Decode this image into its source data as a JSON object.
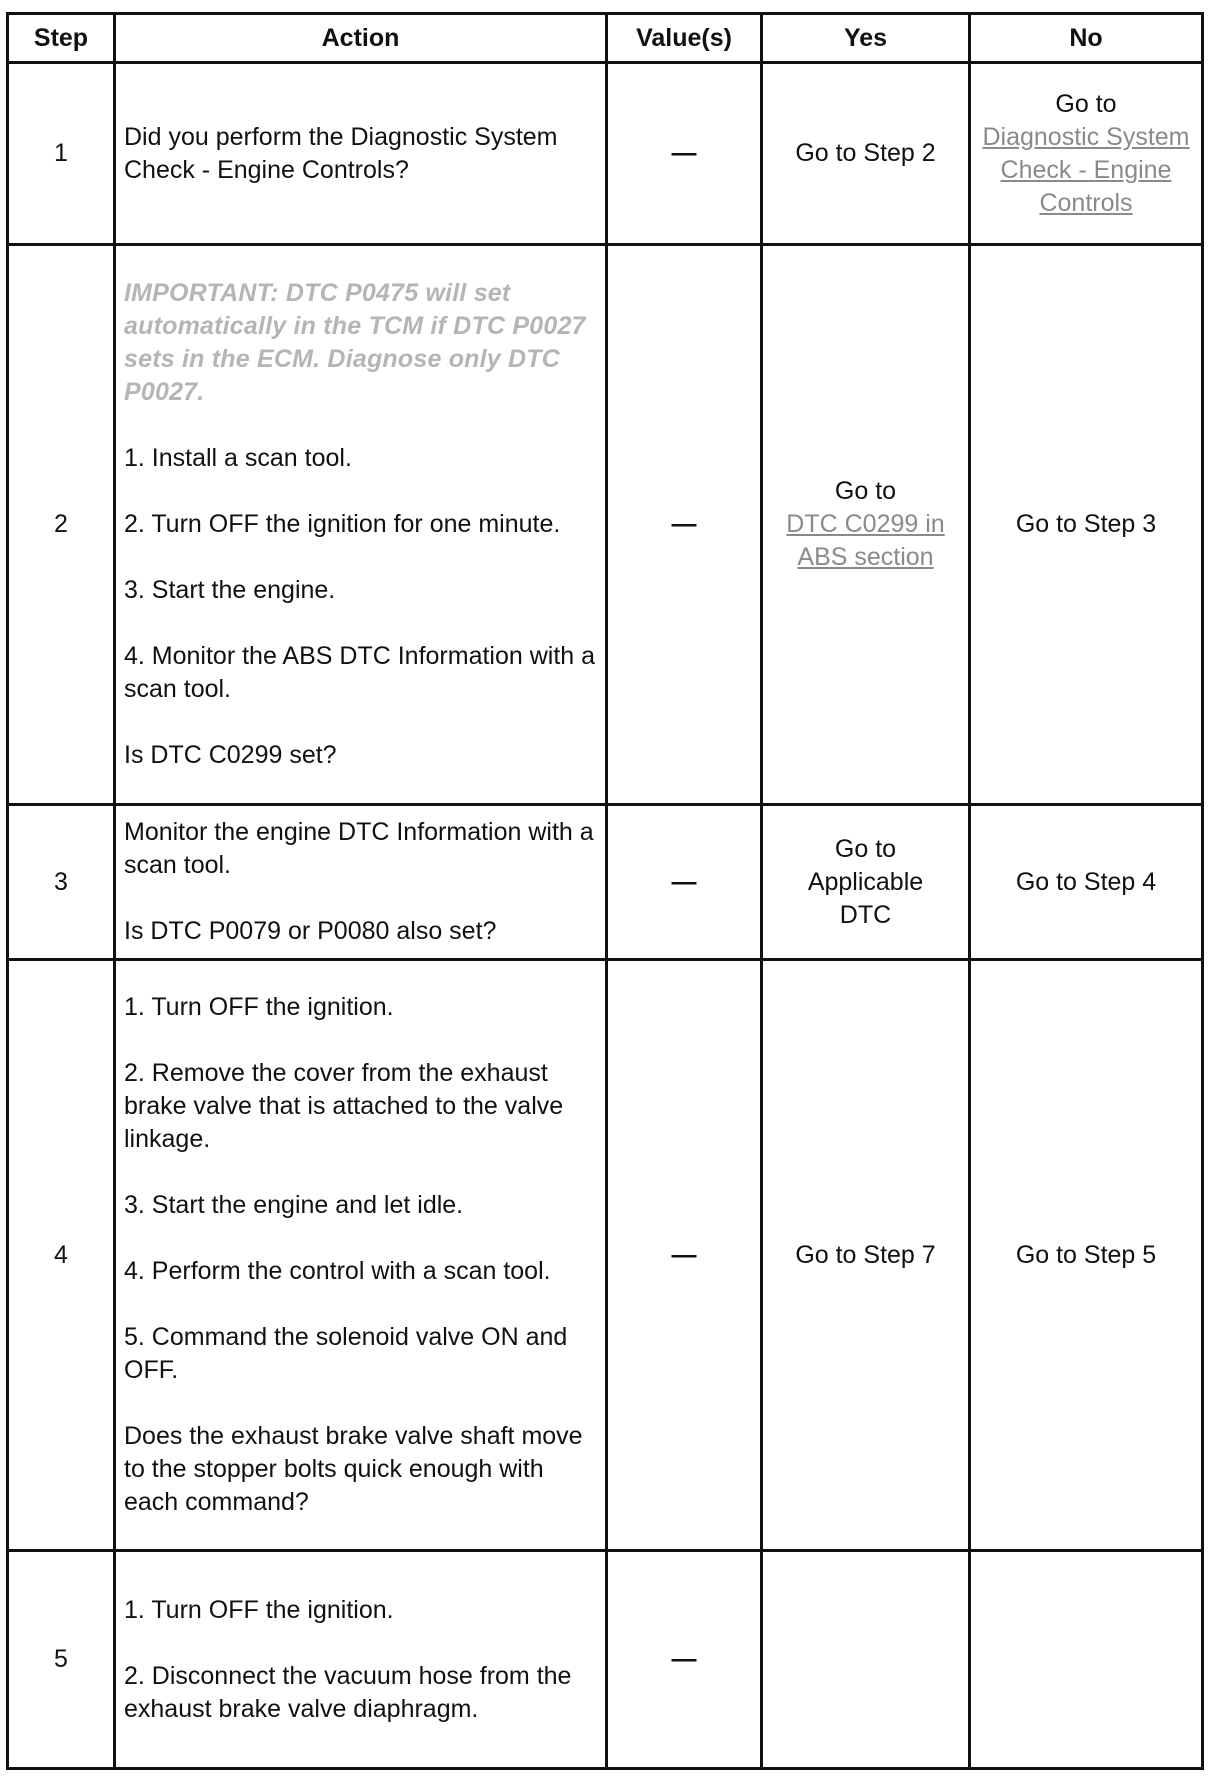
{
  "table": {
    "headers": {
      "step": "Step",
      "action": "Action",
      "values": "Value(s)",
      "yes": "Yes",
      "no": "No"
    },
    "rows": [
      {
        "step": "1",
        "action": [
          "Did you perform the Diagnostic System Check - Engine Controls?"
        ],
        "value": "—",
        "yes_prefix": "",
        "yes": "Go to Step 2",
        "no_prefix": "Go to",
        "no": "Diagnostic System Check - Engine Controls"
      },
      {
        "step": "2",
        "important": "IMPORTANT: DTC P0475 will set automatically in the TCM if DTC P0027 sets in the ECM. Diagnose only DTC P0027.",
        "action": [
          "1. Install a scan tool.",
          "2. Turn OFF the ignition for one minute.",
          "3. Start the engine.",
          "4. Monitor the ABS DTC Information with a scan tool.",
          "Is DTC C0299 set?"
        ],
        "value": "—",
        "yes_prefix": "Go to",
        "yes": "DTC C0299 in ABS section",
        "no_prefix": "",
        "no": "Go to Step 3"
      },
      {
        "step": "3",
        "action": [
          "Monitor the engine DTC Information with a scan tool.",
          "Is DTC P0079 or P0080 also set?"
        ],
        "value": "—",
        "yes_prefix": "",
        "yes": "Go to Applicable DTC",
        "no_prefix": "",
        "no": "Go to Step 4"
      },
      {
        "step": "4",
        "action": [
          "1. Turn OFF the ignition.",
          "2. Remove the cover from the exhaust brake valve that is attached to the valve linkage.",
          "3. Start the engine and let idle.",
          "4. Perform the control with a scan tool.",
          "5. Command the solenoid valve ON and OFF.",
          "Does the exhaust brake valve shaft move to the stopper bolts quick enough with each command?"
        ],
        "value": "—",
        "yes_prefix": "",
        "yes": "Go to Step 7",
        "no_prefix": "",
        "no": "Go to Step 5"
      },
      {
        "step": "5",
        "action": [
          "1. Turn OFF the ignition.",
          "2. Disconnect the vacuum hose from the exhaust brake valve diaphragm."
        ],
        "value": "—",
        "yes_prefix": "",
        "yes": "",
        "no_prefix": "",
        "no": ""
      }
    ]
  }
}
